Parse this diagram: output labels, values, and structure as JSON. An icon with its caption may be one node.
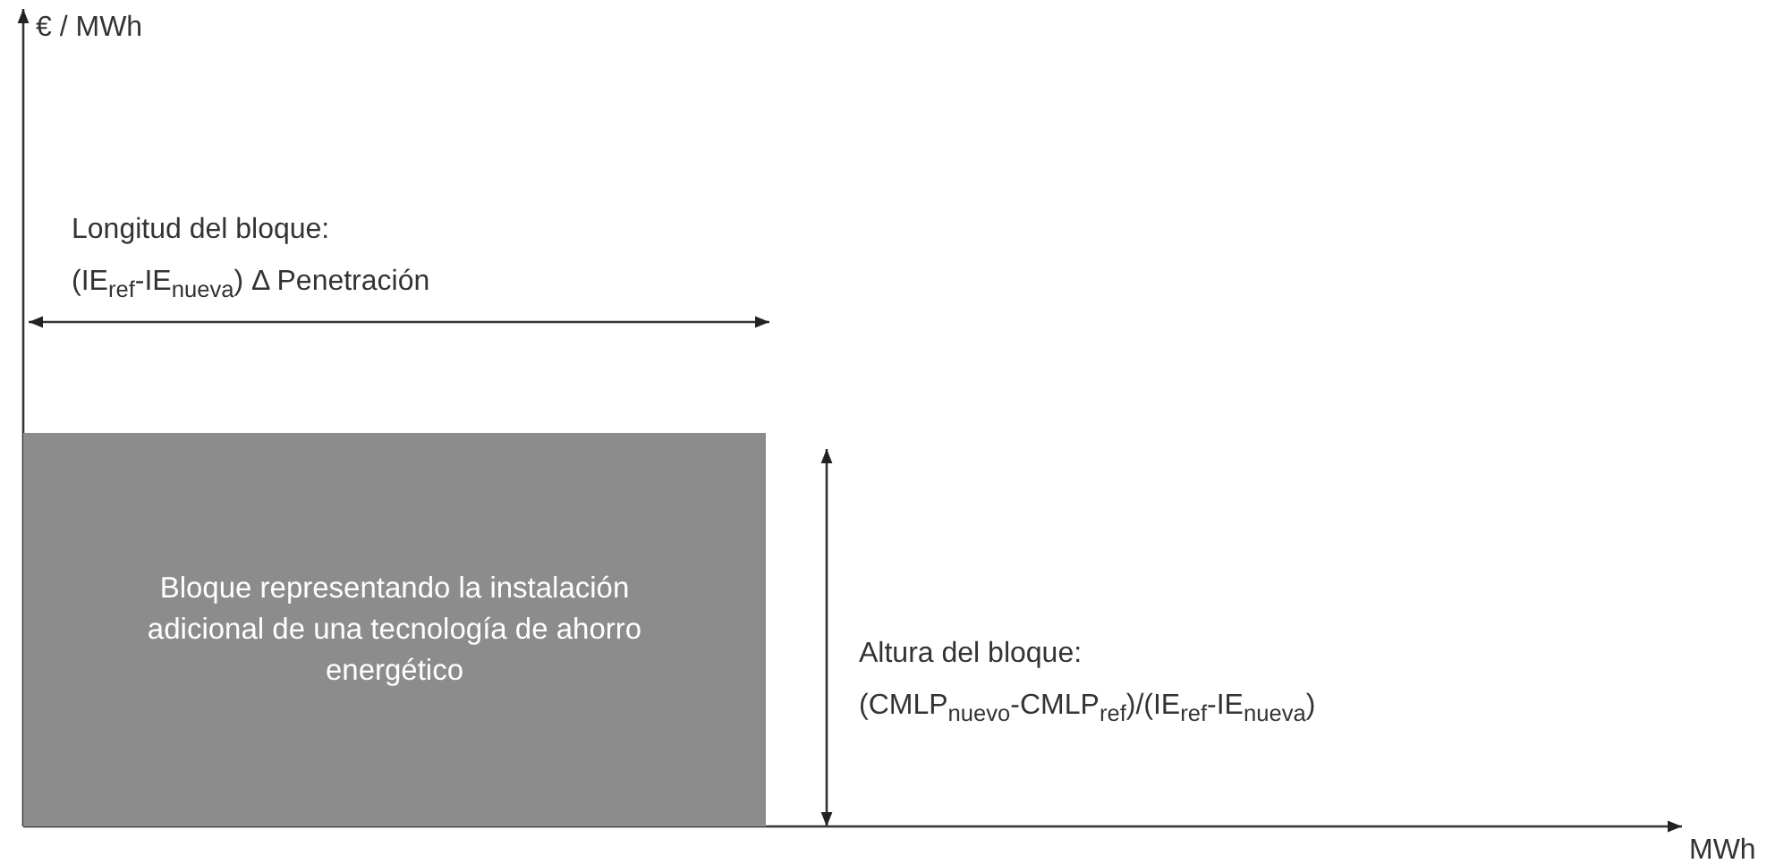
{
  "diagram": {
    "nodes": [
      {
        "text": [
          "Bloque representando la instalación adicional de una tecnología de ahorro energético"
        ]
      }
    ],
    "edges": [],
    "labels": [
      "€ / MWh",
      "Longitud del bloque:",
      "(IE$_{ref}$-IE$_{nueva}$) Δ Penetración",
      "Altura del bloque:",
      "(CMLP$_{nuevo}$-CMLP$_{ref}$)/(IE$_{ref}$-IE$_{nueva}$)",
      "MWh"
    ]
  }
}
